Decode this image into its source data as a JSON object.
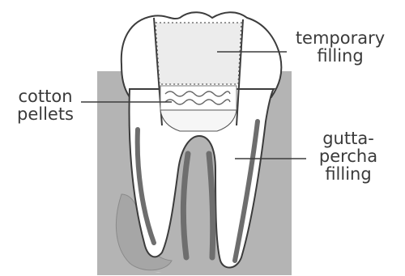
{
  "labels": {
    "temporary_filling": [
      "temporary",
      "filling"
    ],
    "cotton_pellets": [
      "cotton",
      "pellets"
    ],
    "gutta_percha_filling": [
      "gutta-",
      "percha",
      "filling"
    ]
  },
  "colors": {
    "gum": "#b4b4b4",
    "gum_shadow": "#9c9c9c",
    "tooth": "#ffffff",
    "filling": "#ececec",
    "canal": "#6e6e6e",
    "outline": "#3c3c3c",
    "text": "#3a3a3a"
  }
}
